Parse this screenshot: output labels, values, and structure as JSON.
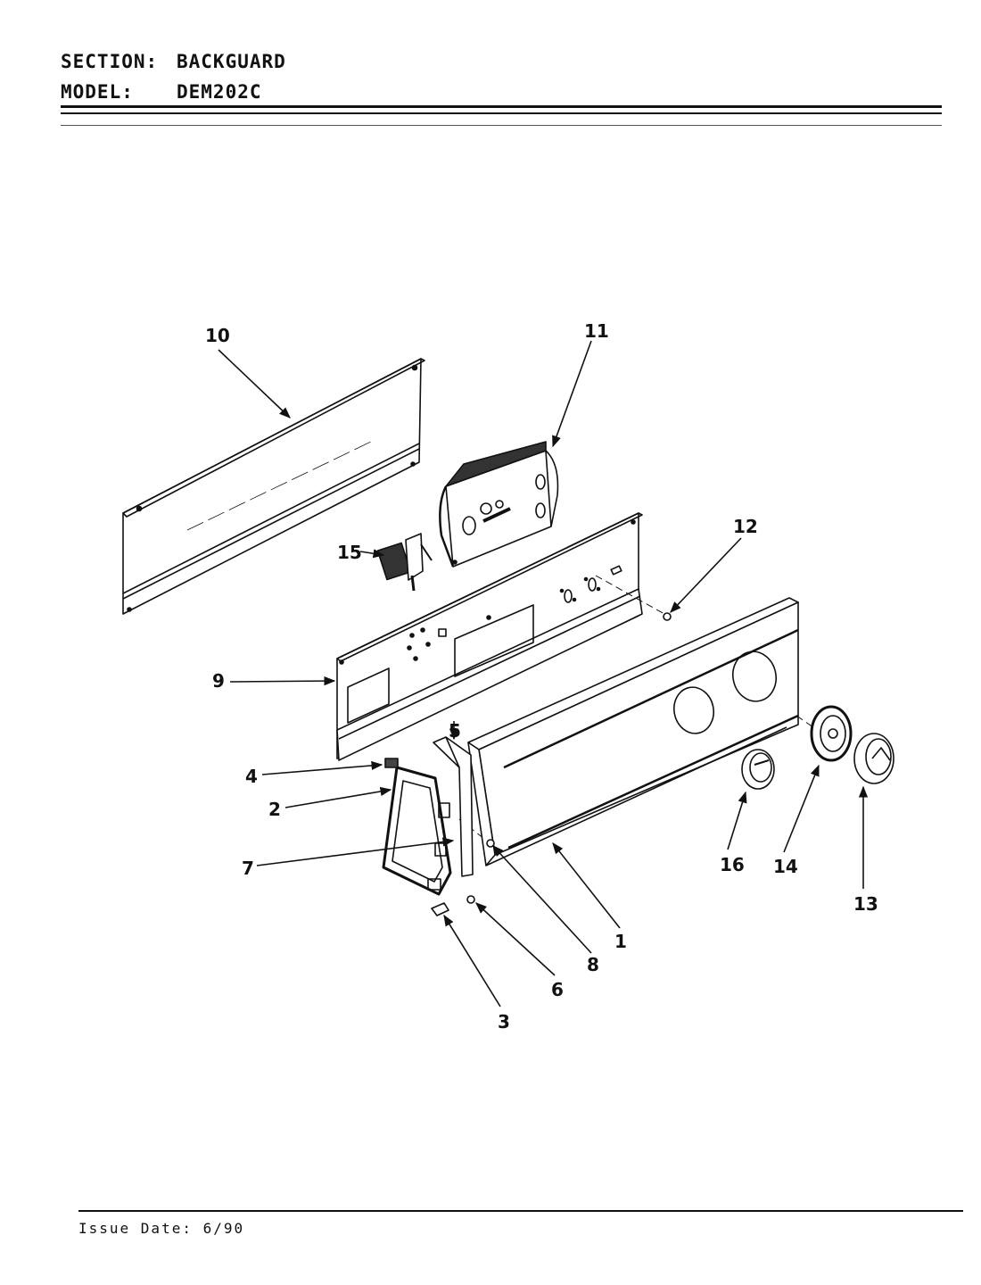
{
  "header": {
    "section_label": "SECTION:",
    "section_value": "BACKGUARD",
    "model_label": "MODEL:",
    "model_value": "DEM202C"
  },
  "callouts": {
    "p1": "1",
    "p2": "2",
    "p3": "3",
    "p4": "4",
    "p5": "5",
    "p6": "6",
    "p7": "7",
    "p8": "8",
    "p9": "9",
    "p10": "10",
    "p11": "11",
    "p12": "12",
    "p13": "13",
    "p14": "14",
    "p15": "15",
    "p16": "16"
  },
  "footer": {
    "issue_date": "Issue Date: 6/90"
  }
}
